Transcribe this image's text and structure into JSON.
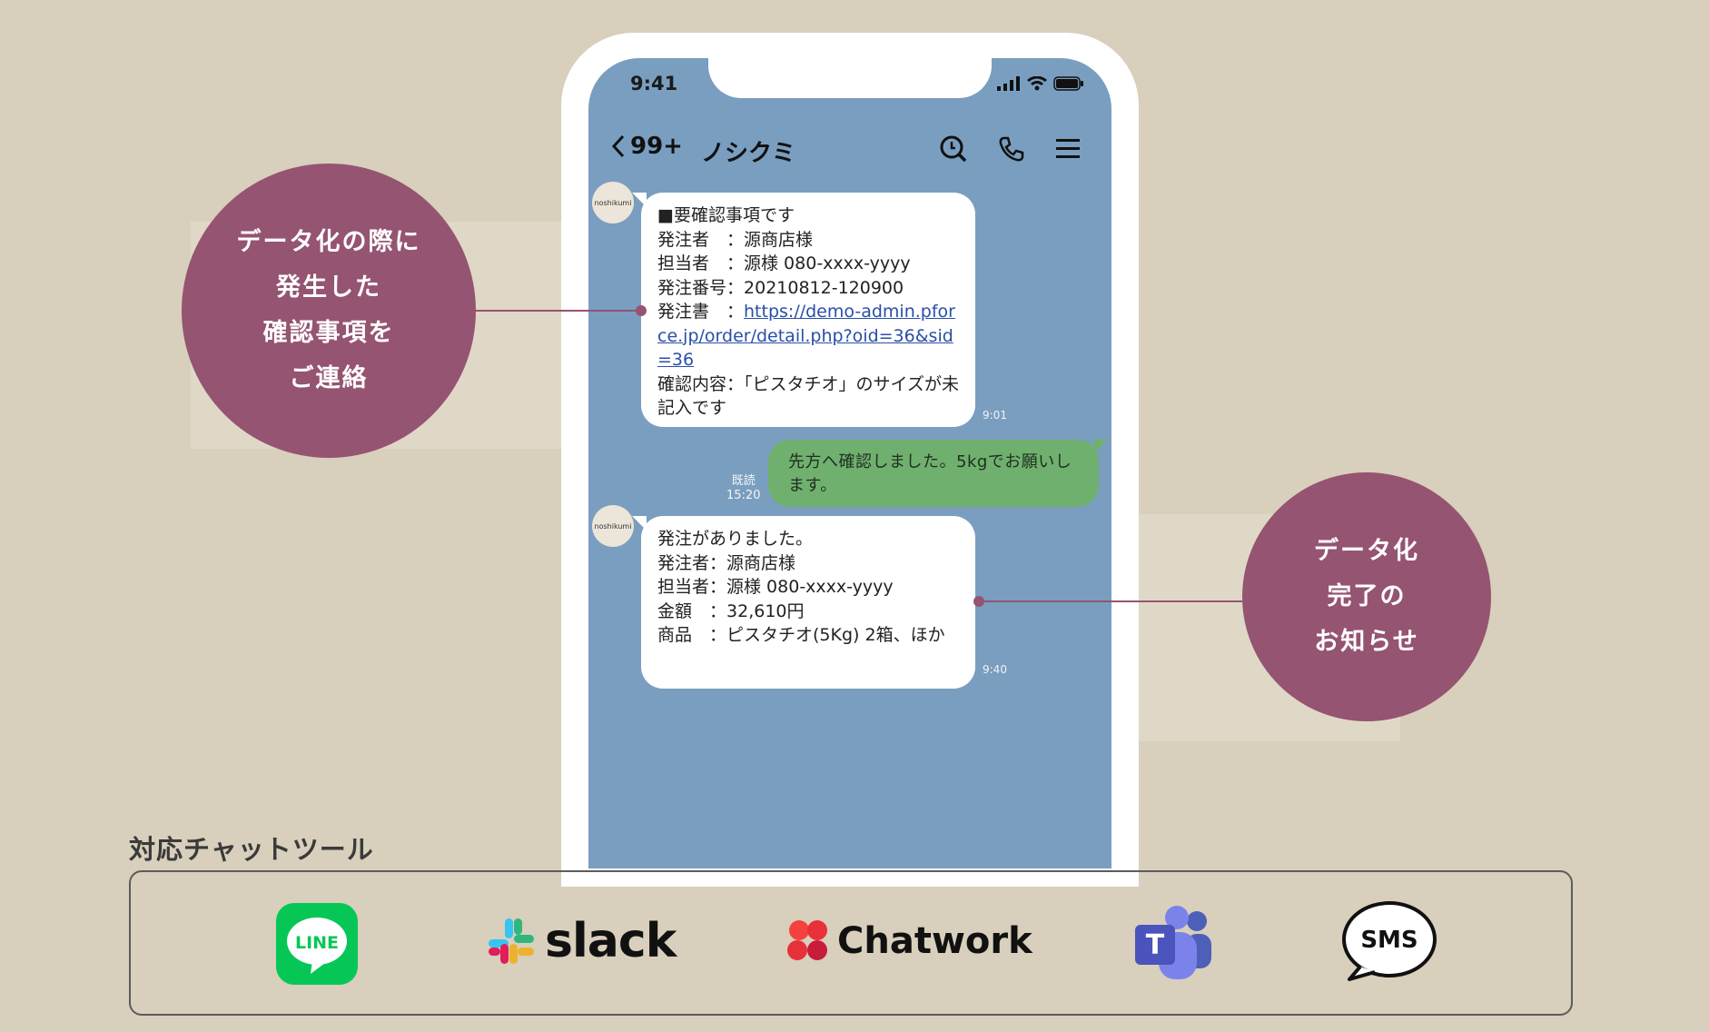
{
  "phone": {
    "status_time": "9:41",
    "header": {
      "back_count": "99+",
      "room_name": "ノシクミ"
    },
    "avatar_label": "noshikumi",
    "message1": {
      "title": "■要確認事項です",
      "rows": [
        {
          "key": "発注者　：",
          "value": "源商店様"
        },
        {
          "key": "担当者　：",
          "value": "源様 080-xxxx-yyyy"
        },
        {
          "key": "発注番号：",
          "value": "20210812-120900"
        }
      ],
      "link_key": "発注書　：",
      "link": "https://demo-admin.pforce.jp/order/detail.php?oid=36&sid=36",
      "confirm_key": "確認内容：",
      "confirm_value": "「ピスタチオ」のサイズが未記入です",
      "time": "9:01"
    },
    "reply": {
      "text": "先方へ確認しました。5kgでお願いします。",
      "read_label": "既読",
      "time": "15:20"
    },
    "message2": {
      "title": "発注がありました。",
      "rows": [
        {
          "key": "発注者：",
          "value": "源商店様"
        },
        {
          "key": "担当者：",
          "value": "源様 080-xxxx-yyyy"
        },
        {
          "key": "金額　：",
          "value": "32,610円"
        },
        {
          "key": "商品　：",
          "value": "ピスタチオ(5Kg) 2箱、ほか"
        }
      ],
      "time": "9:40"
    }
  },
  "callouts": {
    "left": [
      "データ化の際に",
      "発生した",
      "確認事項を",
      "ご連絡"
    ],
    "right": [
      "データ化",
      "完了の",
      "お知らせ"
    ]
  },
  "tools": {
    "title": "対応チャットツール",
    "items": {
      "line": "LINE",
      "slack": "slack",
      "chatwork": "Chatwork",
      "teams": "T",
      "sms": "SMS"
    }
  },
  "colors": {
    "background": "#d8cfbc",
    "accent": "#955471",
    "chat_bg": "#7a9ec0",
    "reply_bubble": "#70b06f",
    "line_green": "#06c755"
  }
}
